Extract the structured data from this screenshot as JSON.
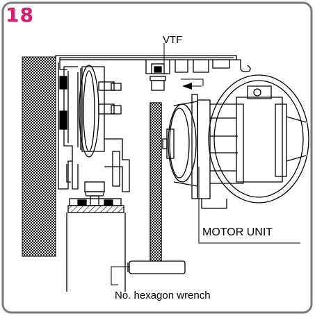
{
  "figure": {
    "step_number": "18",
    "accent_color": "#e0146c",
    "frame_color": "#7a7a7a"
  },
  "labels": {
    "vtf": "VTF",
    "motor_unit": "MOTOR UNIT",
    "hexagon_wrench": "No. hexagon wrench"
  }
}
